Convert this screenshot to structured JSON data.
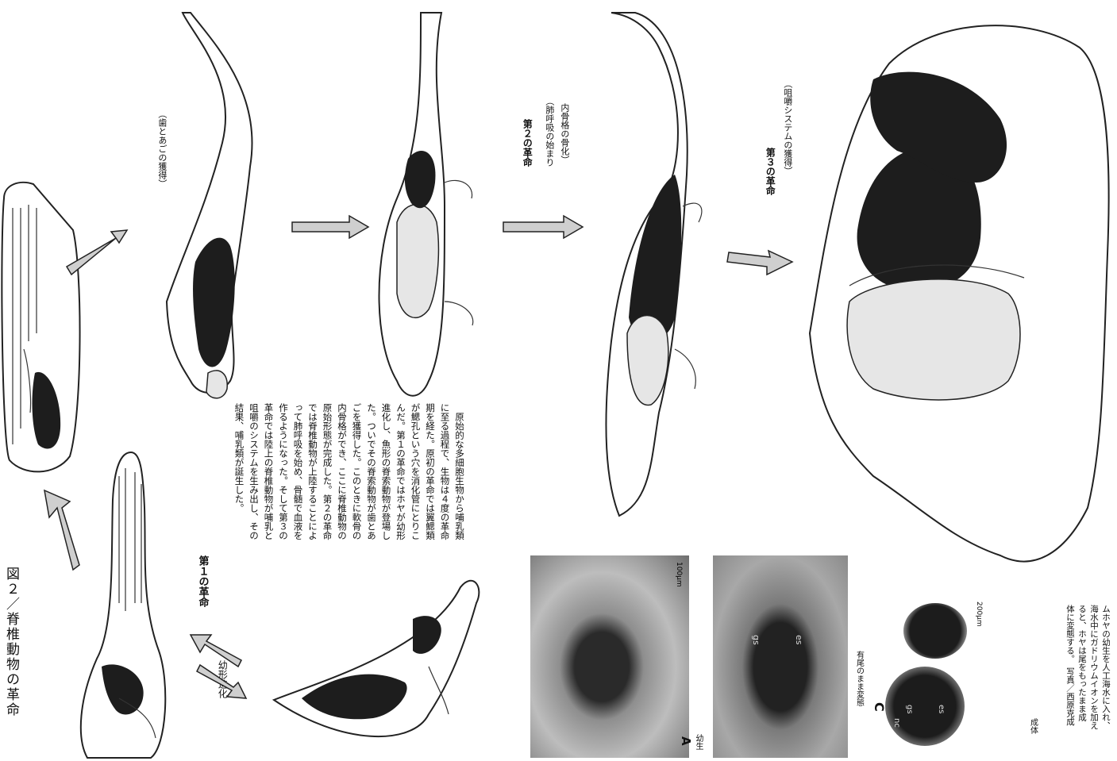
{
  "figure": {
    "title": "図２／脊椎動物の革命",
    "label_paedomorphosis": "幼形進化",
    "rev1": "第１の革命",
    "teeth_caption": "（歯とあごの獲得）",
    "rev2_title": "第２の革命",
    "rev2_line1": "（肺呼吸の始まり",
    "rev2_line2": "内骨格の骨化）",
    "rev3_title": "第３の革命",
    "rev3_sub": "（咀嚼システムの獲得）",
    "body_text": [
      "　原始的な多細胞生物から哺乳類",
      "に至る過程で、生物は４度の革命",
      "期を経た。原初の革命では翼鰓類",
      "が鰓孔という穴を消化管にとりこ",
      "んだ。第１の革命ではホヤが幼形",
      "進化し、魚形の脊索動物が登場し",
      "た。ついでその脊索動物が歯とあ",
      "ごを獲得した。このときに軟骨の",
      "内骨格ができ、ここに脊椎動物の",
      "原始形態が完成した。第２の革命",
      "では脊椎動物が上陸することによ",
      "って肺呼吸を始め、骨髄で血液を",
      "作るようになった。そして第３の",
      "革命では陸上の脊椎動物が哺乳と",
      "咀嚼のシステムを生み出し、その",
      "結果、哺乳類が誕生した。"
    ]
  },
  "photos": {
    "A_label": "A",
    "A_scale": "100μm",
    "A_side": "幼生",
    "B_side": "有尾のまま変態",
    "B_gs": "gs",
    "B_es": "es",
    "C_label": "C",
    "C_scale": "200μm",
    "C_nc": "nc",
    "C_gs": "gs",
    "C_es": "es"
  },
  "photo_caption": {
    "head": "成体",
    "lines": [
      "ムホヤの幼生を人工海水に入れ、",
      "海水中にガドリウムイオンを加え",
      "ると、ホヤは尾をもったまま成",
      "体に変態する。　写真／西原克成"
    ]
  }
}
